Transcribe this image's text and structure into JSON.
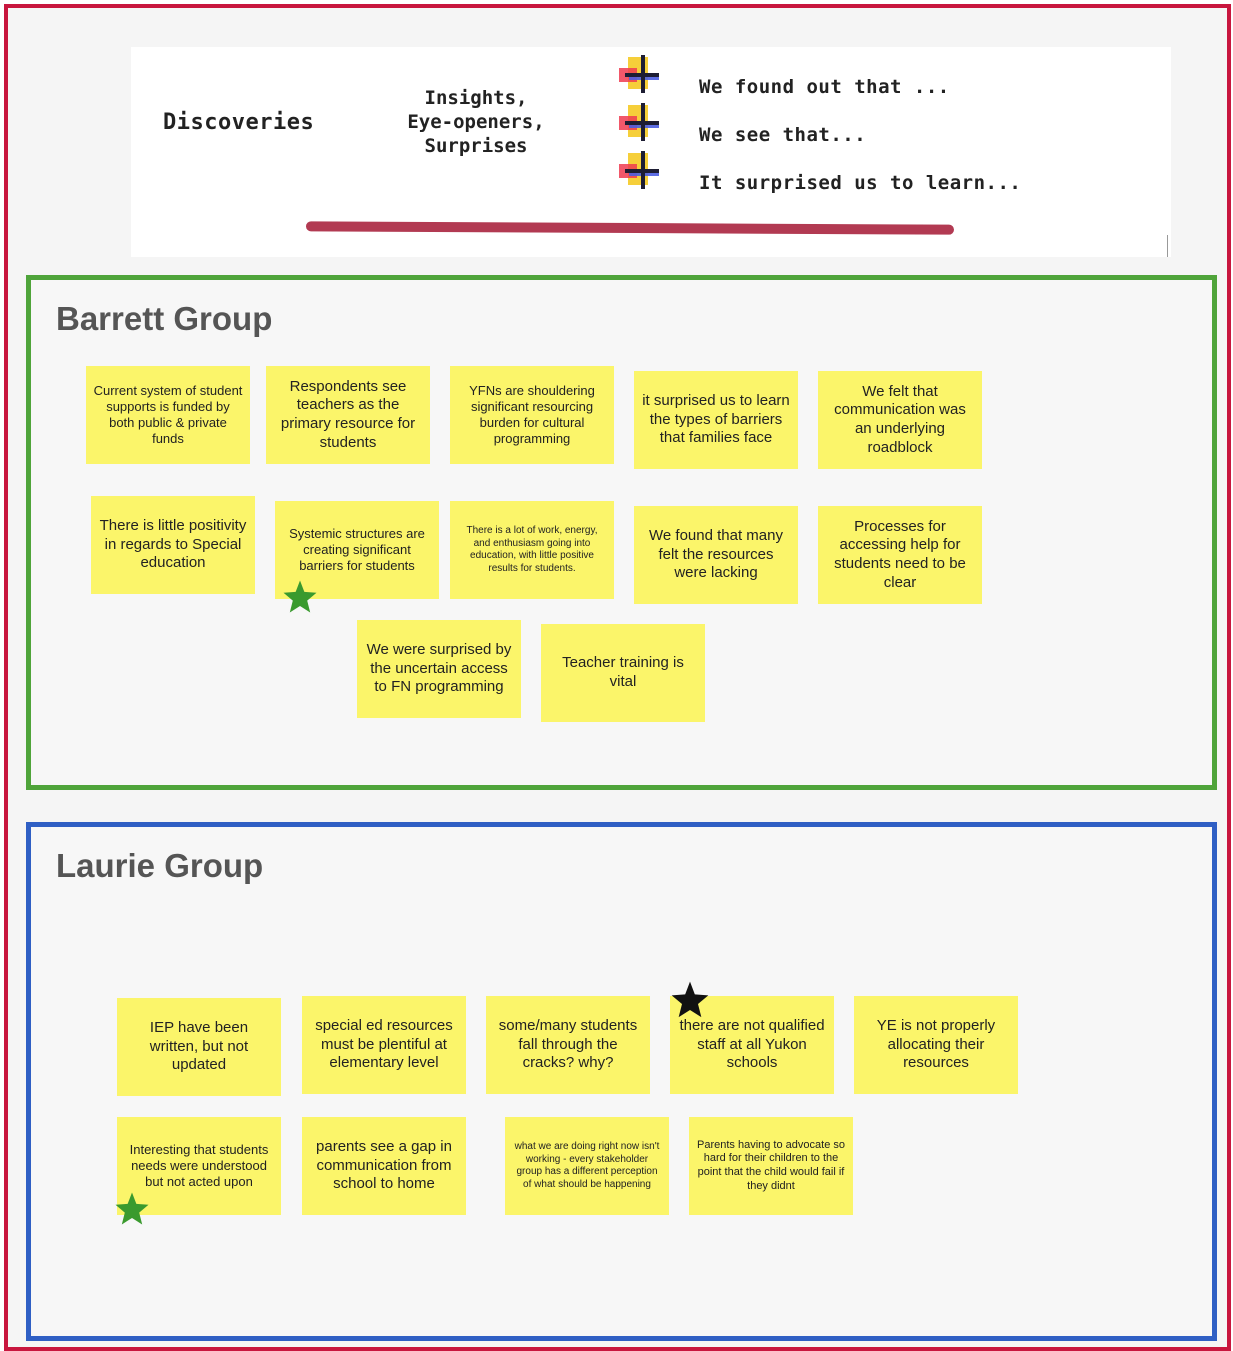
{
  "header": {
    "title": "Discoveries",
    "subtitle_lines": [
      "Insights,",
      "Eye-openers,",
      "Surprises"
    ],
    "phrases": [
      "We found out that ...",
      "We see that...",
      "It surprised us to learn..."
    ],
    "accent_color": "#c8163e"
  },
  "groups": [
    {
      "title": "Barrett Group",
      "border_color": "#4fa43a",
      "notes": [
        "Current system of student supports is funded by both public & private funds",
        "Respondents see teachers as the primary resource for students",
        "YFNs are shouldering significant resourcing burden for cultural programming",
        "it surprised us to learn the types of barriers that families face",
        "We felt that communication was an underlying roadblock",
        "There is little positivity in regards to Special education",
        "Systemic structures are creating significant barriers for students",
        "There is a lot of work, energy, and enthusiasm going into education, with little positive results for students.",
        "We found that many felt the resources were lacking",
        "Processes for accessing help for students need to be clear",
        "We were surprised by the uncertain access to FN programming",
        "Teacher training is vital"
      ]
    },
    {
      "title": "Laurie Group",
      "border_color": "#2f5fc4",
      "notes": [
        "IEP have been written, but not updated",
        "special ed resources must be plentiful at elementary level",
        "some/many students fall through the cracks? why?",
        "there are not qualified staff at all Yukon schools",
        "YE is not properly allocating their resources",
        "Interesting that students needs were understood but not acted upon",
        "parents see a gap in communication from school to home",
        "what we are doing right now isn't working - every stakeholder group has a different perception of what should be happening",
        "Parents having to advocate so hard for their children to the point that the child would fail if they didnt"
      ]
    }
  ],
  "colors": {
    "sticky": "#fbf56a",
    "star_green": "#3a9a2e",
    "star_black": "#111111"
  }
}
